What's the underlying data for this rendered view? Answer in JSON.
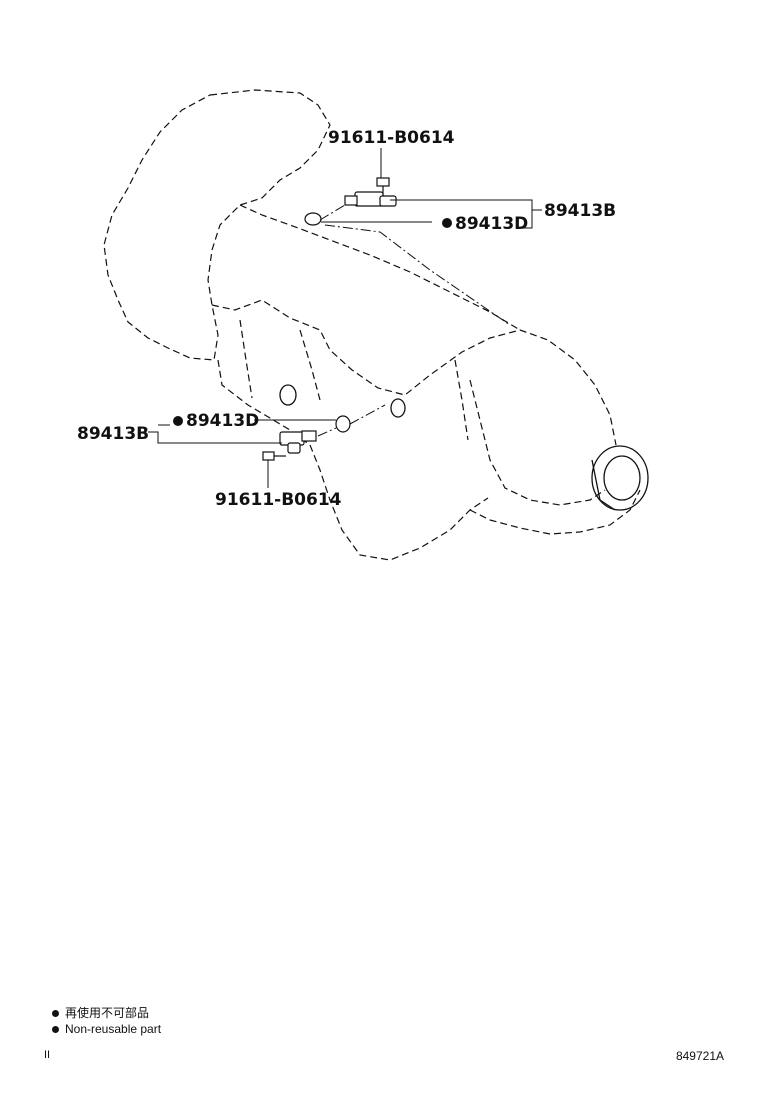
{
  "parts": {
    "bolt_upper": "91611-B0614",
    "sensor_upper": "89413B",
    "oring_upper": "89413D",
    "sensor_lower": "89413B",
    "oring_lower": "89413D",
    "bolt_lower": "91611-B0614"
  },
  "legend": {
    "jp": "再使用不可部品",
    "en": "Non-reusable part"
  },
  "footer": {
    "left": "II",
    "right": "849721A"
  },
  "colors": {
    "line": "#111111",
    "background": "#ffffff"
  }
}
